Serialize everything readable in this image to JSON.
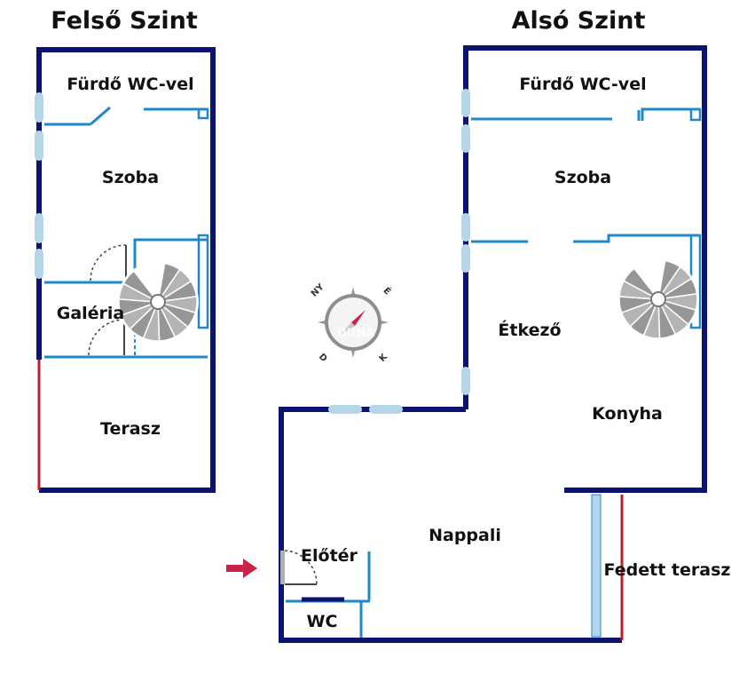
{
  "titles": {
    "upper_floor": "Felső Szint",
    "lower_floor": "Alsó Szint"
  },
  "rooms": {
    "upper": {
      "bathroom": "Fürdő WC-vel",
      "room": "Szoba",
      "gallery": "Galéria",
      "terrace": "Terasz"
    },
    "lower": {
      "bathroom": "Fürdő WC-vel",
      "room": "Szoba",
      "dining": "Étkező",
      "kitchen": "Konyha",
      "living": "Nappali",
      "hall": "Előtér",
      "wc": "WC",
      "covered_terrace": "Fedett terasz"
    }
  },
  "compass": {
    "letters": [
      "NY",
      "É",
      "D",
      "K"
    ],
    "watermark": "DUNA"
  },
  "colors": {
    "wall": "#0d1470",
    "partition": "#1e88c8",
    "window": "#b5d5ea",
    "railing": "#b8202a",
    "entry_arrow": "#c8244a",
    "stairs": "#8a8a8a"
  },
  "icons": {
    "entry": "entrance-arrow-icon",
    "compass": "compass-icon",
    "stairs": "spiral-staircase-icon"
  }
}
